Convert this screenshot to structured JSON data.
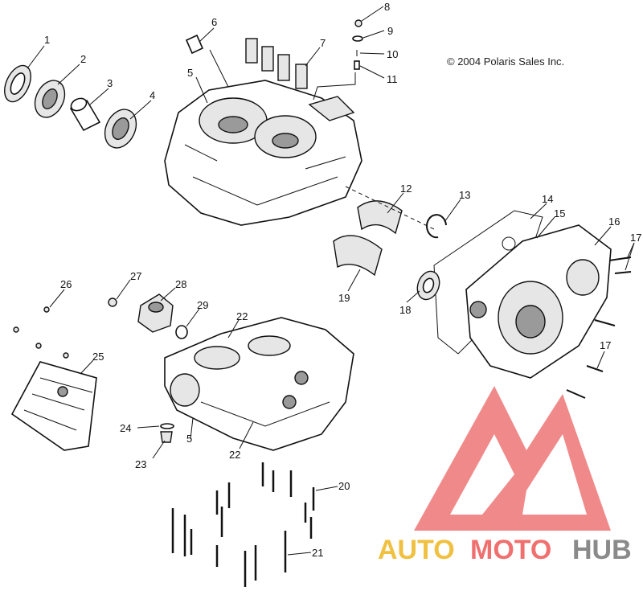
{
  "copyright": "© 2004 Polaris Sales Inc.",
  "watermark": {
    "word_a": "AUTO",
    "word_b": "MOTO",
    "word_c": "HUB",
    "color_a": "#f0c040",
    "color_b": "#f07070",
    "color_c": "#8a8a8a",
    "triangle_color": "#f08a8a"
  },
  "callouts": {
    "n1": "1",
    "n2": "2",
    "n3": "3",
    "n4": "4",
    "n5a": "5",
    "n5b": "5",
    "n6": "6",
    "n7": "7",
    "n8": "8",
    "n9": "9",
    "n10": "10",
    "n11": "11",
    "n12": "12",
    "n13": "13",
    "n14": "14",
    "n15": "15",
    "n16": "16",
    "n17a": "17",
    "n17b": "17",
    "n18": "18",
    "n19": "19",
    "n20": "20",
    "n21": "21",
    "n22a": "22",
    "n22b": "22",
    "n23": "23",
    "n24": "24",
    "n25": "25",
    "n26": "26",
    "n27": "27",
    "n28": "28",
    "n29": "29"
  }
}
